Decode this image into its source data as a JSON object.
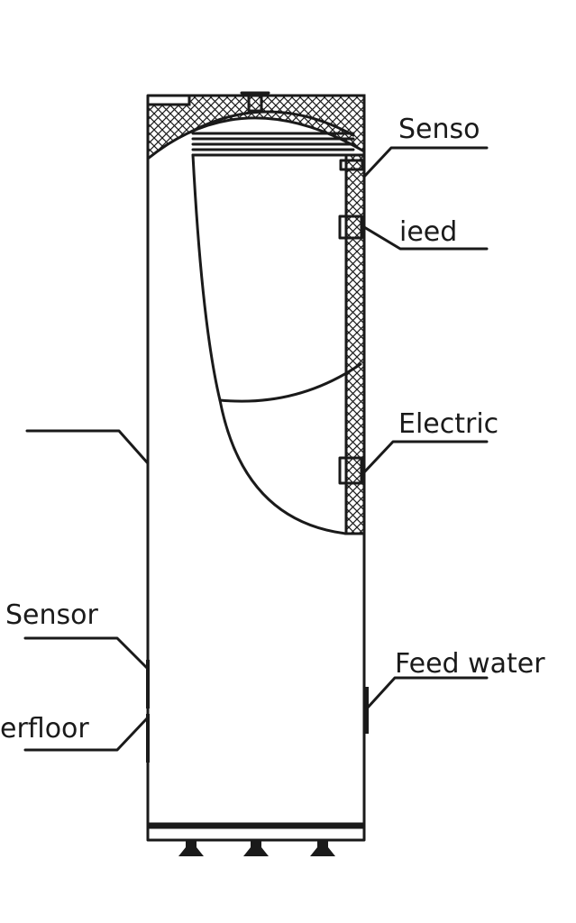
{
  "labels": {
    "sensor_top_right": "Senso",
    "feed_top_right": "ieed",
    "electric_right": "Electric",
    "sensor_left": "Sensor",
    "underfloor_left": "erfloor",
    "feed_water_right": "Feed water"
  },
  "colors": {
    "line": "#1a1a1a",
    "background": "#ffffff"
  }
}
